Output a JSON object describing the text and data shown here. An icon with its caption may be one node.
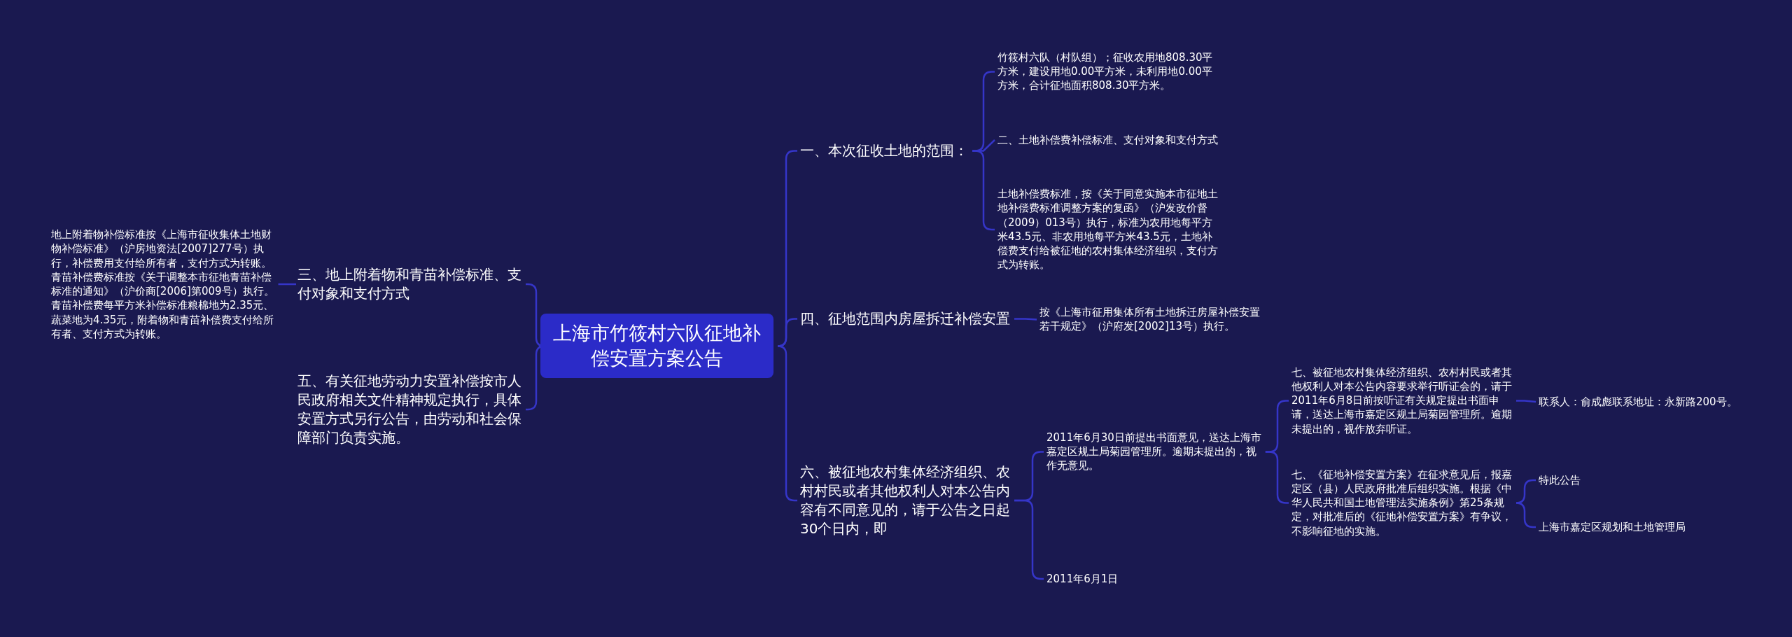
{
  "diagram": {
    "nodes": [
      {
        "text": [
          "上海市竹筱村六队征地补偿安置方案公告"
        ]
      },
      {
        "text": [
          "一、本次征收土地的范围："
        ]
      },
      {
        "text": [
          "竹筱村六队（村队组）；征收农用地808.30平方米，建设用地0.00平方米，未利用地0.00平方米，合计征地面积808.30平方米。"
        ]
      },
      {
        "text": [
          "二、土地补偿费补偿标准、支付对象和支付方式"
        ]
      },
      {
        "text": [
          "土地补偿费标准，按《关于同意实施本市征地土地补偿费标准调整方案的复函》（沪发改价督（2009）013号）执行，标准为农用地每平方米43.5元、非农用地每平方米43.5元，土地补偿费支付给被征地的农村集体经济组织，支付方式为转账。"
        ]
      },
      {
        "text": [
          "四、征地范围内房屋拆迁补偿安置"
        ]
      },
      {
        "text": [
          "按《上海市征用集体所有土地拆迁房屋补偿安置若干规定》（沪府发[2002]13号）执行。"
        ]
      },
      {
        "text": [
          "六、被征地农村集体经济组织、农村村民或者其他权利人对本公告内容有不同意见的，请于公告之日起30个日内，即"
        ]
      },
      {
        "text": [
          "2011年6月30日前提出书面意见，送达上海市嘉定区规土局菊园管理所。逾期未提出的，视作无意见。"
        ]
      },
      {
        "text": [
          "七、被征地农村集体经济组织、农村村民或者其他权利人对本公告内容要求举行听证会的，请于2011年6月8日前按听证有关规定提出书面申请，送达上海市嘉定区规土局菊园管理所。逾期未提出的，视作放弃听证。"
        ]
      },
      {
        "text": [
          "联系人：俞成彪联系地址：永新路200号。"
        ]
      },
      {
        "text": [
          "七、《征地补偿安置方案》在征求意见后，报嘉定区（县）人民政府批准后组织实施。根据《中华人民共和国土地管理法实施条例》第25条规定，对批准后的《征地补偿安置方案》有争议，不影响征地的实施。"
        ]
      },
      {
        "text": [
          "特此公告"
        ]
      },
      {
        "text": [
          "上海市嘉定区规划和土地管理局"
        ]
      },
      {
        "text": [
          "2011年6月1日"
        ]
      },
      {
        "text": [
          "三、地上附着物和青苗补偿标准、支付对象和支付方式"
        ]
      },
      {
        "text": [
          "地上附着物补偿标准按《上海市征收集体土地财物补偿标准》（沪房地资法[2007]277号）执行，补偿费用支付给所有者，支付方式为转账。青苗补偿费标准按《关于调整本市征地青苗补偿标准的通知》（沪价商[2006]第009号）执行。青苗补偿费每平方米补偿标准粮棉地为2.35元、蔬菜地为4.35元，附着物和青苗补偿费支付给所有者、支付方式为转账。"
        ]
      },
      {
        "text": [
          "五、有关征地劳动力安置补偿按市人民政府相关文件精神规定执行，具体安置方式另行公告，由劳动和社会保障部门负责实施。"
        ]
      }
    ],
    "edges": [
      {
        "from": 0,
        "to": 1,
        "arrow": "none"
      },
      {
        "from": 0,
        "to": 5,
        "arrow": "none"
      },
      {
        "from": 0,
        "to": 7,
        "arrow": "none"
      },
      {
        "from": 0,
        "to": 15,
        "arrow": "none"
      },
      {
        "from": 0,
        "to": 17,
        "arrow": "none"
      },
      {
        "from": 1,
        "to": 2,
        "arrow": "none"
      },
      {
        "from": 1,
        "to": 3,
        "arrow": "none"
      },
      {
        "from": 1,
        "to": 4,
        "arrow": "none"
      },
      {
        "from": 5,
        "to": 6,
        "arrow": "none"
      },
      {
        "from": 7,
        "to": 8,
        "arrow": "none"
      },
      {
        "from": 7,
        "to": 14,
        "arrow": "none"
      },
      {
        "from": 8,
        "to": 9,
        "arrow": "none"
      },
      {
        "from": 8,
        "to": 11,
        "arrow": "none"
      },
      {
        "from": 9,
        "to": 10,
        "arrow": "none"
      },
      {
        "from": 11,
        "to": 12,
        "arrow": "none"
      },
      {
        "from": 11,
        "to": 13,
        "arrow": "none"
      },
      {
        "from": 15,
        "to": 16,
        "arrow": "none"
      }
    ]
  }
}
